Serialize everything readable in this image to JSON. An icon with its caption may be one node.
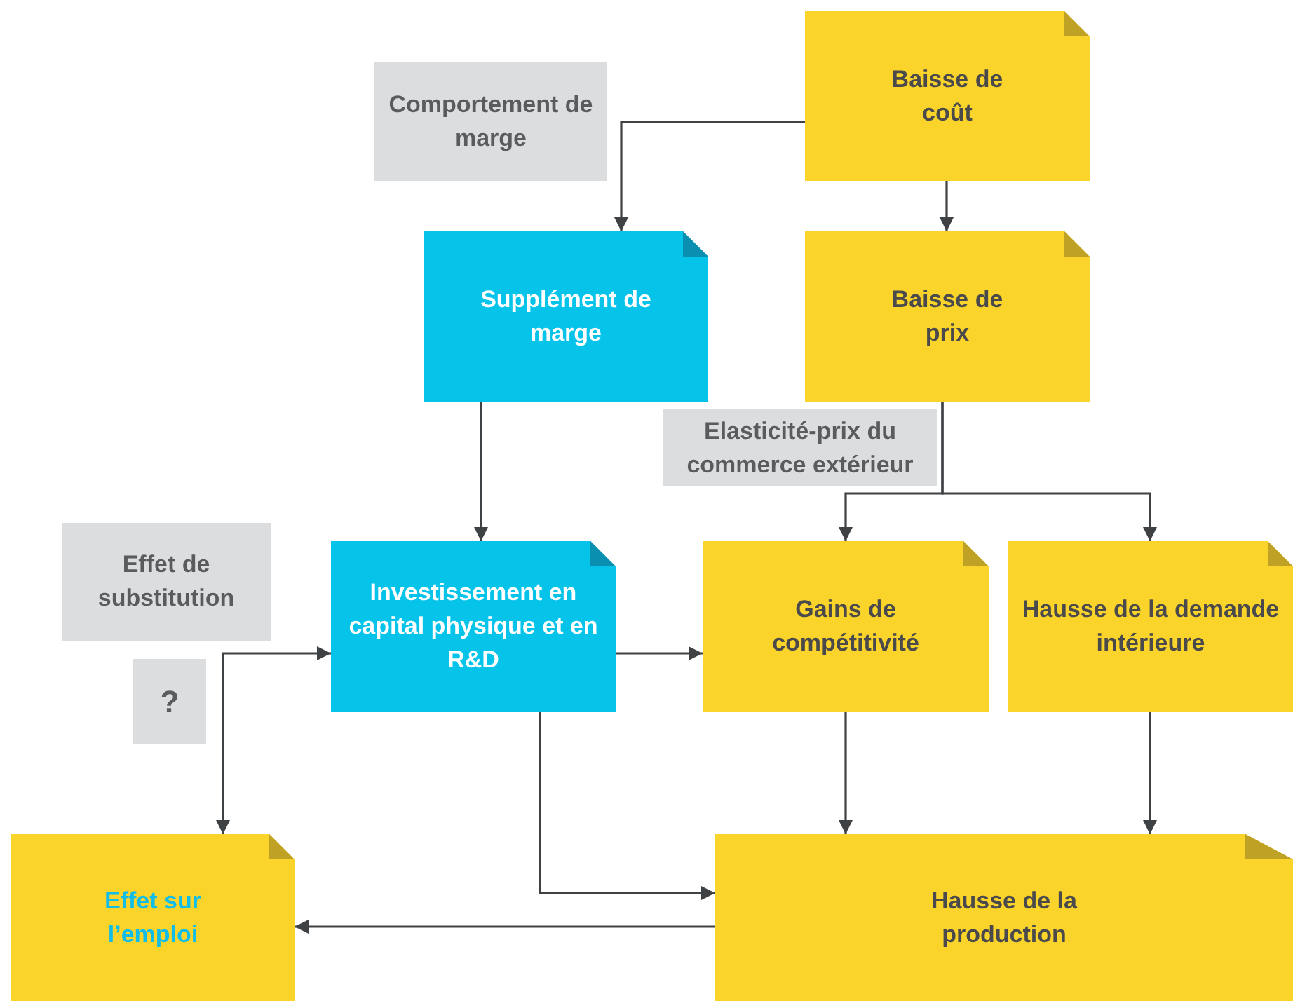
{
  "diagram": {
    "nodes": [
      {
        "text": [
          "Comportement de marge"
        ]
      },
      {
        "text": [
          "Baisse de coût"
        ]
      },
      {
        "text": [
          "Supplément de marge"
        ]
      },
      {
        "text": [
          "Baisse de prix"
        ]
      },
      {
        "text": [
          "Elasticité-prix du commerce extérieur"
        ]
      },
      {
        "text": [
          "Effet de substitution"
        ]
      },
      {
        "text": [
          "Investissement en capital physique et en R&D"
        ]
      },
      {
        "text": [
          "Gains de compétitivité"
        ]
      },
      {
        "text": [
          "Hausse de la demande intérieure"
        ]
      },
      {
        "text": [
          "?"
        ]
      },
      {
        "text": [
          "Effet sur l’emploi"
        ]
      },
      {
        "text": [
          "Hausse de la production"
        ]
      }
    ],
    "edges": [
      {
        "from": 1,
        "to": 2,
        "arrow": "to"
      },
      {
        "from": 1,
        "to": 3,
        "arrow": "to"
      },
      {
        "from": 2,
        "to": 6,
        "arrow": "to"
      },
      {
        "from": 3,
        "to": 7,
        "arrow": "to"
      },
      {
        "from": 3,
        "to": 8,
        "arrow": "to"
      },
      {
        "from": 6,
        "to": 7,
        "arrow": "to"
      },
      {
        "from": 6,
        "to": 11,
        "arrow": "to"
      },
      {
        "from": 7,
        "to": 11,
        "arrow": "to"
      },
      {
        "from": 8,
        "to": 11,
        "arrow": "to"
      },
      {
        "from": 11,
        "to": 10,
        "arrow": "to"
      },
      {
        "from": 10,
        "to": 6,
        "arrow": "both"
      }
    ]
  }
}
